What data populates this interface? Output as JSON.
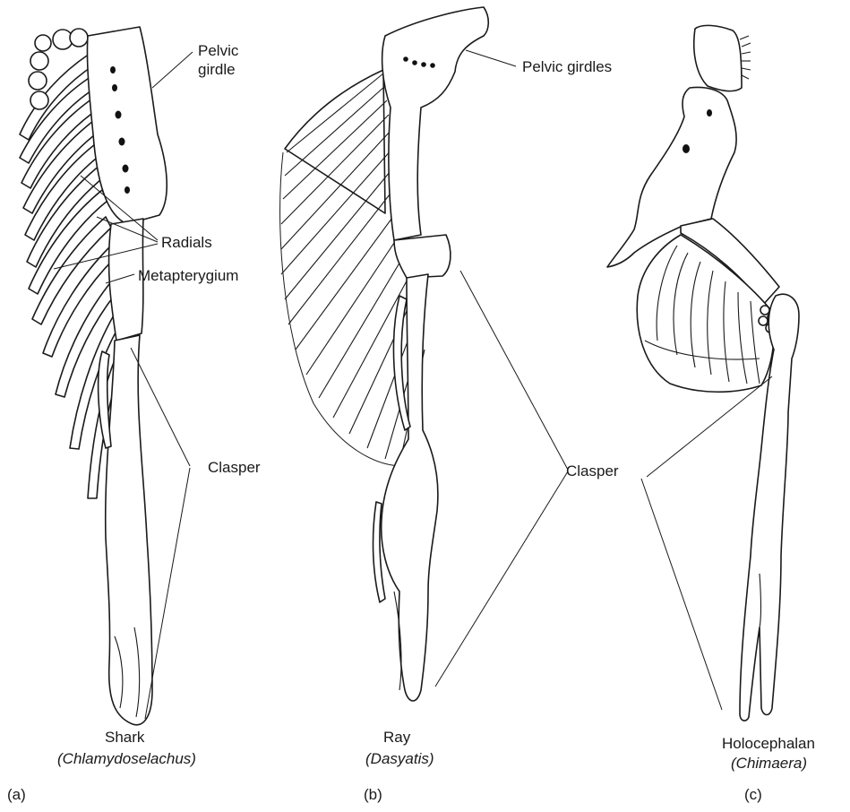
{
  "panels": [
    {
      "letter": "(a)",
      "common_name": "Shark",
      "genus": "(Chlamydoselachus)",
      "labels": {
        "pelvic_girdle_line1": "Pelvic",
        "pelvic_girdle_line2": "girdle",
        "radials": "Radials",
        "metapterygium": "Metapterygium",
        "clasper": "Clasper"
      }
    },
    {
      "letter": "(b)",
      "common_name": "Ray",
      "genus": "(Dasyatis)",
      "labels": {
        "pelvic_girdles": "Pelvic girdles"
      }
    },
    {
      "letter": "(c)",
      "common_name": "Holocephalan",
      "genus": "(Chimaera)",
      "labels": {
        "clasper": "Clasper"
      }
    }
  ],
  "colors": {
    "ink": "#1a1a1a",
    "paper": "#ffffff"
  }
}
